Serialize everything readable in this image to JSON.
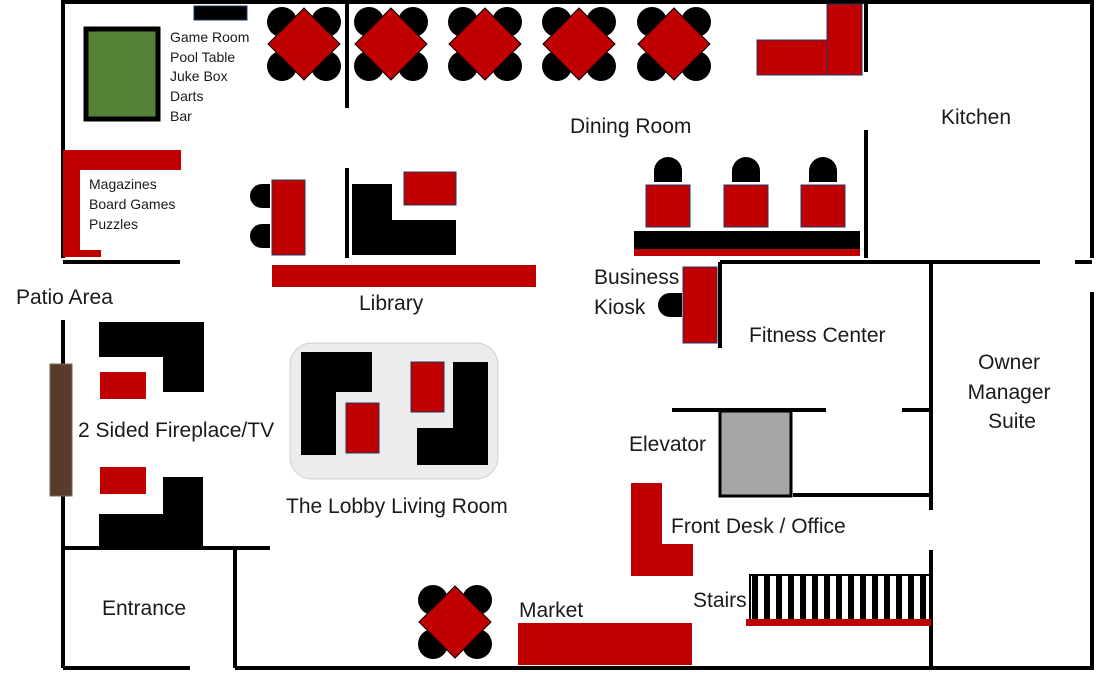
{
  "colors": {
    "wall": "#000000",
    "furniture_red": "#c00000",
    "furniture_black": "#000000",
    "pool_table": "#548235",
    "elevator": "#a6a6a6",
    "fireplace": "#5a3a28",
    "lobby_rug": "#ececec"
  },
  "labels": {
    "game_room": [
      "Game Room",
      "Pool Table",
      "Juke Box",
      "Darts",
      "Bar"
    ],
    "dining_room": "Dining Room",
    "kitchen": "Kitchen",
    "magazines": [
      "Magazines",
      "Board Games",
      "Puzzles"
    ],
    "library": "Library",
    "patio_area": "Patio Area",
    "business_kiosk": [
      "Business",
      "Kiosk"
    ],
    "fitness_center": "Fitness Center",
    "owner_manager_suite": [
      "Owner",
      "Manager",
      "Suite"
    ],
    "fireplace_tv": "2 Sided Fireplace/TV",
    "elevator": "Elevator",
    "lobby_living_room": "The Lobby Living Room",
    "front_desk_office": "Front Desk / Office",
    "entrance": "Entrance",
    "market": "Market",
    "stairs": "Stairs"
  },
  "icons": {
    "dining_table": "dining-table-icon",
    "pool_table": "pool-table-icon",
    "fireplace": "fireplace-icon",
    "elevator": "elevator-icon",
    "stairs": "stairs-icon"
  }
}
